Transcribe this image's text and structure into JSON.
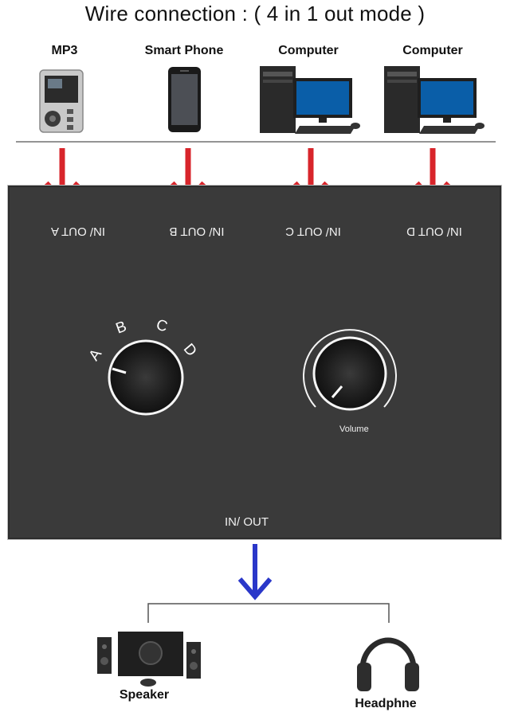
{
  "title": "Wire connection : ( 4 in 1 out mode )",
  "inputs": [
    {
      "label": "MP3",
      "icon": "mp3-player-icon"
    },
    {
      "label": "Smart Phone",
      "icon": "smartphone-icon"
    },
    {
      "label": "Computer",
      "icon": "desktop-computer-icon"
    },
    {
      "label": "Computer",
      "icon": "desktop-computer-icon"
    }
  ],
  "panel": {
    "ports": [
      "IN/ OUT A",
      "IN/ OUT B",
      "IN/ OUT C",
      "IN/ OUT D"
    ],
    "selector_letters": [
      "A",
      "B",
      "C",
      "D"
    ],
    "volume_label": "Volume",
    "bottom_port": "IN/ OUT"
  },
  "outputs": [
    {
      "label": "Speaker",
      "icon": "speaker-system-icon"
    },
    {
      "label": "Headphne",
      "icon": "headphone-icon"
    }
  ],
  "colors": {
    "input_arrow": "#d8252b",
    "output_arrow": "#2a37c9",
    "panel": "#3a3a3a"
  }
}
